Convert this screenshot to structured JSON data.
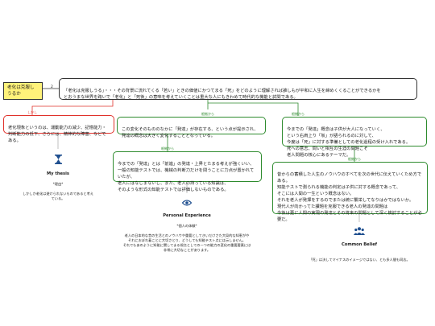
{
  "topic": {
    "text": "老化は克服しうるか"
  },
  "root": {
    "badge": "2",
    "text": "「老化は克服しうる」・・・その背景に流れてくる「若い」ときの価値にかつてまる「死」をどのように理解されば誰しもが平和に人生を締めくくることができるかを\nとおうまな世界を跨いで「老化」と「死後」の意味を考えていくことは重大な人にもきわめて時代的な機能と試問である。"
  },
  "against": {
    "label": "しかし",
    "text": "老化現象というのは、運動能力の減少、記憶能力・\n判断能力の低下、さらには、精神的な障害、などである。",
    "ref": {
      "icon": "hourglass-icon",
      "title": "My thesis",
      "subtitle": "*理由*",
      "text": "しかしか老化は避けられないものであると考えている。"
    }
  },
  "support_left": {
    "label": "根拠から",
    "text": "この変化そのもののなかに「発達」が存在する、という点が提示され、\n発達の概念は大きく変化することとなっている。",
    "child": {
      "label": "根拠から",
      "text": "今までの「発達」とは「前進」の発達・上昇とたまる考えが強くいい、\n一般の知能テストでは、機械の判断力だけを問うことに力点が置かれていたが、\n老人にはなじまないし、また、老人の持っている知識は、\nそのような形式の知能テストでは評価しないものである。",
      "ref": {
        "icon": "eye-icon",
        "title": "Personal Experience",
        "subtitle": "*個人の体験*",
        "text": "老人の日本的な昔の生活とのノウハウや重要としてきいだけさた大局的な知恵がや\nそれにおぼれ着ことに大切さとり、どうしても知能テスト点には示しません。\nそれでもあのように知能に関してまる視点としての一つの能力の変化の重要要素には\n非常に大切なことがあります。"
      }
    }
  },
  "support_right": {
    "label": "根拠から",
    "text": "今までの「発達」概念は子供が大人になっていく、\nという右肩上り「坂」が語られるのに対して、\n今度は「死」に対する準備としての老化過程の受け入れである。\n死への意志、問いと相互の生涯の問題こそ\n老人問題の核心にあるテーマだ。",
    "child": {
      "label": "根拠から",
      "text": "昔からの蓄積した人生のノウハウのすべてを次の世代に伝えていくため方である。\n知能テストで測られる機能の判定は子供に対する概念であって、\nそこには人間の一生という概念はない。\nそれを老人が発揮をするのでまたは統に繋栄してなりはかではないか。\n現代人が向かってた課題を克服できる老人の発達の問題は\n今後は更に人間の実現の発達とその将来の問題として深く検討することが必要だ。",
      "ref": {
        "icon": "crowd-icon",
        "title": "Common Belief",
        "subtitle": "",
        "text": "「死」は決してマイナスのイメージではない、とも多人間も同志。"
      }
    }
  },
  "colors": {
    "red": "#e0322b",
    "green": "#2e8b2e",
    "topic": "#fff27a",
    "blue": "#1f4f8f"
  }
}
